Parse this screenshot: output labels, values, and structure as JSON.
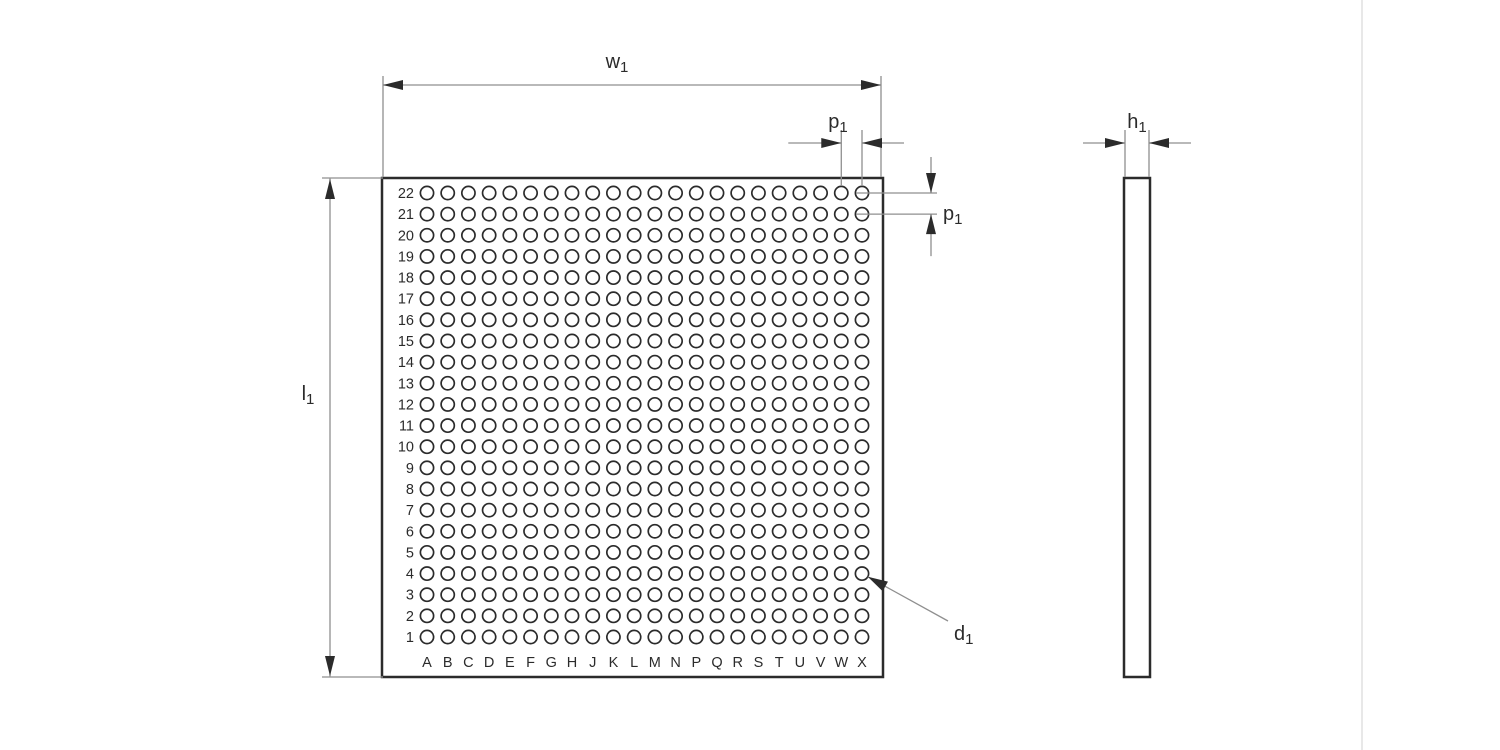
{
  "drawing": {
    "description": "perforated-plate-technical-drawing",
    "front_view": {
      "row_count": 22,
      "column_count": 22,
      "row_labels": [
        "22",
        "21",
        "20",
        "19",
        "18",
        "17",
        "16",
        "15",
        "14",
        "13",
        "12",
        "11",
        "10",
        "9",
        "8",
        "7",
        "6",
        "5",
        "4",
        "3",
        "2",
        "1"
      ],
      "column_labels": [
        "A",
        "B",
        "C",
        "D",
        "E",
        "F",
        "G",
        "H",
        "J",
        "K",
        "L",
        "M",
        "N",
        "P",
        "Q",
        "R",
        "S",
        "T",
        "U",
        "V",
        "W",
        "X"
      ]
    },
    "dimension_labels": {
      "w1": {
        "base": "w",
        "sub": "1"
      },
      "l1": {
        "base": "l",
        "sub": "1"
      },
      "p1_horizontal": {
        "base": "p",
        "sub": "1"
      },
      "p1_vertical": {
        "base": "p",
        "sub": "1"
      },
      "d1": {
        "base": "d",
        "sub": "1"
      },
      "h1": {
        "base": "h",
        "sub": "1"
      }
    },
    "colors": {
      "line": "#2b2b2b",
      "dimension_line": "#8f8f8f",
      "divider": "#e8e8e8",
      "background": "#ffffff"
    }
  }
}
